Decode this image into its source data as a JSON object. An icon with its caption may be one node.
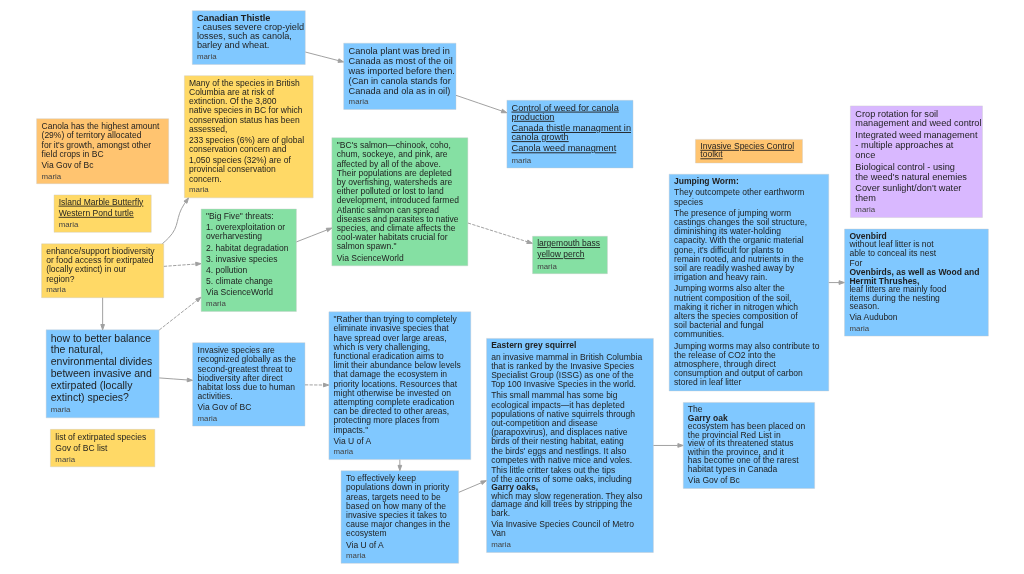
{
  "diagram": {
    "nodes": [
      {
        "text": [
          "list of extirpated species",
          "Gov of BC list",
          "maria"
        ]
      },
      {
        "text": [
          "Many of the species in British Columbia are at risk of extinction. Of the 3,800 native species in BC for which conservation status has been assessed,",
          "233 species (6%) are of global conservation concern and",
          "1,050 species (32%) are of provincial conservation concern.",
          "maria"
        ]
      },
      {
        "text": [
          "Island Marble Butterfly",
          "Western Pond turtle",
          "maria"
        ]
      },
      {
        "text": [
          "enhance/support biodiversity or food access for extirpated (locally extinct) in our region?",
          "maria"
        ]
      },
      {
        "text": [
          "how to better balance the natural, environmental divides between invasive and extirpated (locally extinct) species?",
          "maria"
        ]
      },
      {
        "text": [
          "\"Big Five\" threats:",
          "1. overexploitation or overharvesting",
          "2. habitat degradation",
          "3. invasive species",
          "4. pollution",
          "5. climate change",
          "Via ScienceWorld",
          "maria"
        ]
      },
      {
        "text": [
          "\"BC's salmon—chinook, coho, chum, sockeye, and pink, are affected by all of the above. Their populations are depleted by overfishing, watersheds are either polluted or lost to land development, introduced farmed Atlantic salmon can spread diseases and parasites to native species, and climate affects the cool-water habitats crucial for salmon spawn.\"",
          "Via ScienceWorld"
        ]
      },
      {
        "text": [
          "largemouth bass",
          "yellow perch",
          "maria"
        ]
      },
      {
        "text": [
          "Invasive species are recognized globally as the second-greatest threat to biodiversity after direct habitat loss due to human activities.",
          "Via Gov of BC",
          "maria"
        ]
      },
      {
        "text": [
          "\"Rather than trying to completely eliminate invasive species that have spread over large areas, which is very challenging, functional eradication aims to limit their abundance below levels that damage the ecosystem in priority locations. Resources that might otherwise be invested on attempting complete eradication can be directed to other areas, protecting more places from impacts.\"",
          "Via U of A",
          "maria"
        ]
      },
      {
        "text": [
          "To effectively keep populations down in priority areas, targets need to be based on how many of the invasive species it takes to cause major changes in the ecosystem",
          "Via U of A",
          "maria"
        ]
      },
      {
        "text": [
          "Jumping Worm:",
          "They outcompete other earthworm species",
          "The presence of jumping worm castings changes the soil structure, diminishing its water-holding capacity. With the organic material gone, it's difficult for plants to remain rooted, and nutrients in the soil are readily washed away by irrigation and heavy rain.",
          "Jumping worms also alter the nutrient composition of the soil, making it richer in nitrogen which alters the species composition of soil bacterial and fungal communities.",
          "Jumping worms may also contribute to the release of CO2 into the atmosphere, through direct consumption and output of carbon stored in leaf litter"
        ]
      },
      {
        "text": [
          "**Ovenbird** without leaf litter is not able to conceal its nest",
          "For **Ovenbirds, as well as Wood and Hermit Thrushes**, leaf litters are mainly food items during the nesting season.",
          "Via Audubon",
          "maria"
        ]
      },
      {
        "text": [
          "Invasive Species Control toolkit"
        ]
      },
      {
        "text": [
          "Eastern grey squirrel",
          "an invasive mammal in British Columbia that is ranked by the Invasive Species Specialist Group (ISSG) as one of the Top 100 Invasive Species in the world.",
          "This small mammal has some big ecological impacts—it has depleted populations of native squirrels through out-competition and disease (parapoxvirus), and displaces native birds of their nesting habitat, eating the birds' eggs and nestlings. It also competes with native mice and voles.",
          "This little critter takes out the tips of the acorns of some oaks, including **Garry oaks**, which may slow regeneration. They also damage and kill trees by stripping the bark.",
          "Via Invasive Species Council of Metro Van",
          "maria"
        ]
      },
      {
        "text": [
          "The **Garry oak** ecosystem has been placed on the provincial Red List in view of its threatened status within the province, and it has become one of the rarest habitat types in Canada",
          "Via Gov of Bc"
        ]
      },
      {
        "text": [
          "**Canadian Thistle** - causes severe crop-yield losses, such as canola, barley and wheat.",
          "maria"
        ]
      },
      {
        "text": [
          "Canola has the highest amount (29%) of territory allocated for it's growth, amongst other field crops in BC",
          "Via Gov of Bc",
          "maria"
        ]
      },
      {
        "text": [
          "Canola plant was bred in Canada as most of the oil was imported before then. (Can in canola stands for Canada and ola as in oil)",
          "maria"
        ]
      },
      {
        "text": [
          "Control of weed for canola production",
          "Canada thistle managment in canola growth",
          "Canola weed managment",
          "maria"
        ]
      },
      {
        "text": [
          "Crop rotation for soil management and weed control",
          "Integrated weed management - multiple approaches at once",
          "Biological control - using the weed's natural enemies",
          "Cover sunlight/don't water them",
          "maria"
        ]
      }
    ],
    "edges": [
      {
        "from": 3,
        "to": 1,
        "arrow": "to"
      },
      {
        "from": 3,
        "to": 5,
        "arrow": "to",
        "style": "dashed"
      },
      {
        "from": 3,
        "to": 4,
        "arrow": "to"
      },
      {
        "from": 4,
        "to": 5,
        "arrow": "to",
        "style": "dashed"
      },
      {
        "from": 4,
        "to": 8,
        "arrow": "to"
      },
      {
        "from": 5,
        "to": 6,
        "arrow": "to"
      },
      {
        "from": 6,
        "to": 7,
        "arrow": "to",
        "style": "dashed"
      },
      {
        "from": 8,
        "to": 9,
        "arrow": "to",
        "style": "dashed"
      },
      {
        "from": 9,
        "to": 10,
        "arrow": "to"
      },
      {
        "from": 10,
        "to": 14,
        "arrow": "to"
      },
      {
        "from": 11,
        "to": 12,
        "arrow": "to"
      },
      {
        "from": 14,
        "to": 15,
        "arrow": "to"
      },
      {
        "from": 16,
        "to": 18,
        "arrow": "to"
      },
      {
        "from": 18,
        "to": 19,
        "arrow": "to"
      }
    ]
  }
}
